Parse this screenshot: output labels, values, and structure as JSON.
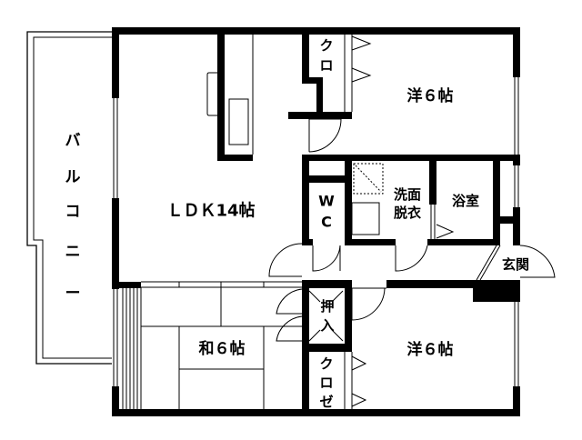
{
  "rooms": {
    "balcony": [
      "バ",
      "ル",
      "コ",
      "ニ",
      "ー"
    ],
    "ldk": "ＬＤＫ14帖",
    "western_room_north": "洋６帖",
    "western_room_south": "洋６帖",
    "japanese_room": "和６帖",
    "closet_north": [
      "ク",
      "ロ"
    ],
    "closet_south": [
      "ク",
      "ロ",
      "ゼ"
    ],
    "oshiire": [
      "押",
      "入"
    ],
    "wc": [
      "W",
      "C"
    ],
    "washroom": [
      "洗面",
      "脱衣"
    ],
    "bathroom": "浴室",
    "entrance": "玄関"
  }
}
